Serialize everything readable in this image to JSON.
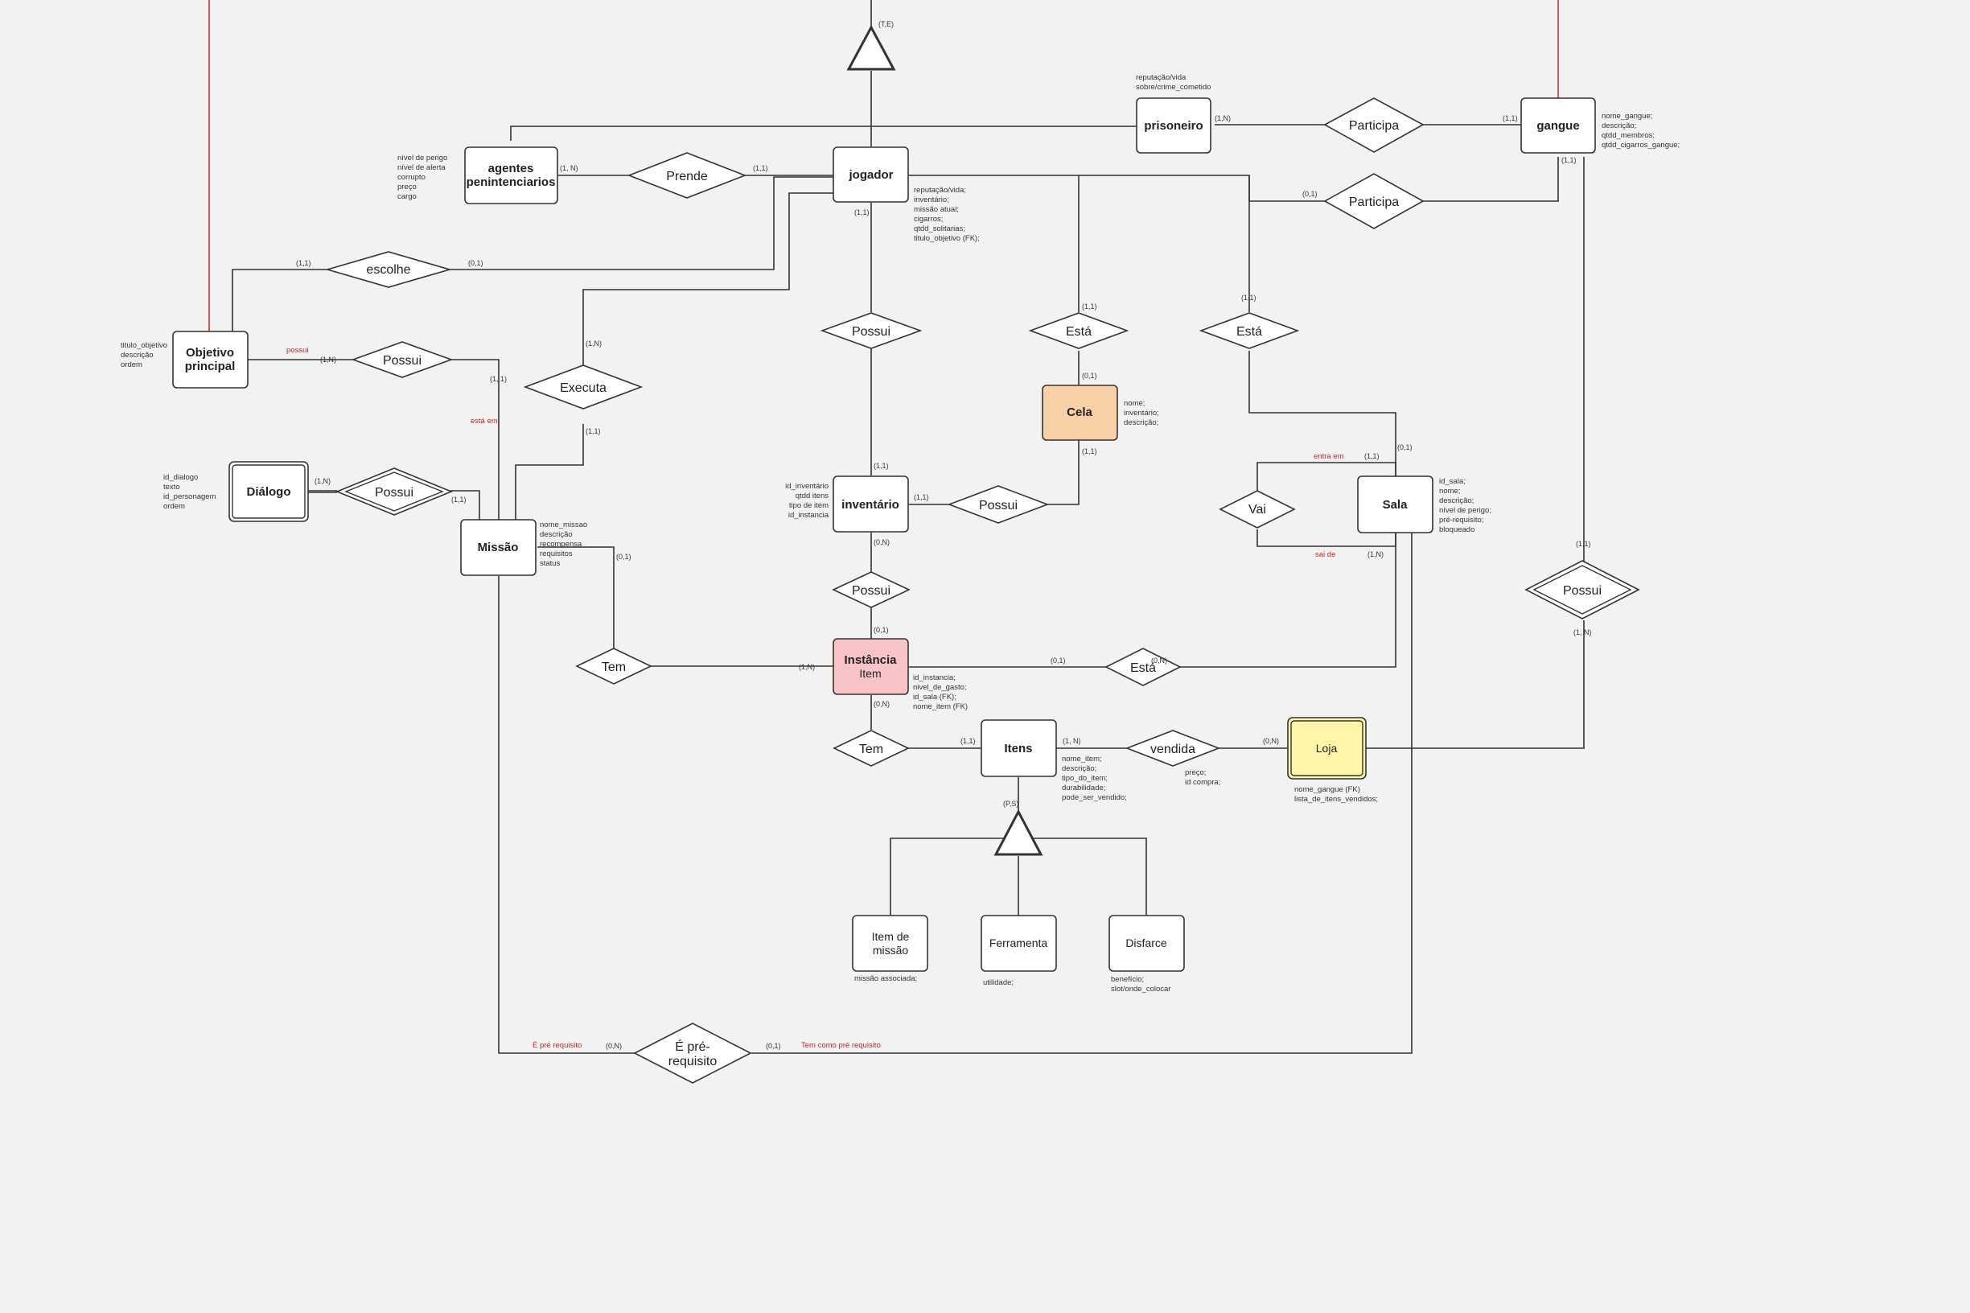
{
  "colors": {
    "background": "#f2f2f2",
    "line": "#333333",
    "red_line": "#d32f2f",
    "cela_fill": "#f8d0a8",
    "instancia_fill": "#f8c4c8",
    "loja_fill": "#fff5a8",
    "entity_fill": "#ffffff"
  },
  "diagram": {
    "entities": {
      "jogador": "jogador",
      "prisoneiro": "prisoneiro",
      "gangue": "gangue",
      "agentes": [
        "agentes",
        "penintenciarios"
      ],
      "objetivo": [
        "Objetivo",
        "principal"
      ],
      "dialogo": "Diálogo",
      "missao": "Missão",
      "cela": "Cela",
      "inventario": "inventário",
      "sala": "Sala",
      "instancia": [
        "Instância",
        "Item"
      ],
      "itens": "Itens",
      "loja": "Loja",
      "item_missao": [
        "Item de",
        "missão"
      ],
      "ferramenta": "Ferramenta",
      "disfarce": "Disfarce"
    },
    "relationships": {
      "participa1": "Participa",
      "participa2": "Participa",
      "prende": "Prende",
      "escolhe": "escolhe",
      "possui_obj": "Possui",
      "executa": "Executa",
      "possui_inv": "Possui",
      "esta_cela": "Está",
      "esta_sala": "Está",
      "possui_dialogo": "Possui",
      "possui_cela": "Possui",
      "vai": "Vai",
      "possui_loja": "Possui",
      "possui_inst": "Possui",
      "tem_missao": "Tem",
      "esta_inst": "Está",
      "tem_itens": "Tem",
      "vendida": "vendida",
      "pre_requisito": [
        "É pré-",
        "requisito"
      ]
    },
    "specializations": {
      "top": "(T,E)",
      "itens": "(P,S)"
    },
    "attributes": {
      "prisoneiro": [
        "reputação/vida",
        "sobre/crime_cometido"
      ],
      "gangue": [
        "nome_gangue;",
        "descrição;",
        "qtdd_membros;",
        "qtdd_cigarros_gangue;"
      ],
      "agentes": [
        "nível de perigo",
        "nível de alerta",
        "corrupto",
        "preço",
        "cargo"
      ],
      "jogador": [
        "reputação/vida;",
        "inventário;",
        "missão atual;",
        "cigarros;",
        "qtdd_solitarias;",
        "titulo_objetivo (FK);"
      ],
      "objetivo": [
        "titulo_objetivo",
        "descrição",
        "ordem"
      ],
      "dialogo": [
        "id_dialogo",
        "texto",
        "id_personagem",
        "ordem"
      ],
      "missao": [
        "nome_missao",
        "descrição",
        "recompensa",
        "requisitos",
        "status"
      ],
      "cela": [
        "nome;",
        "inventário;",
        "descrição;"
      ],
      "inventario": [
        "id_inventário",
        "qtdd itens",
        "tipo de item",
        "id_instancia"
      ],
      "sala": [
        "id_sala;",
        "nome;",
        "descrição;",
        "nível de perigo;",
        "pré-requisito;",
        "bloqueado"
      ],
      "instancia": [
        "id_instancia;",
        "nivel_de_gasto;",
        "id_sala (FK);",
        "nome_item (FK)"
      ],
      "itens": [
        "nome_item;",
        "descrição;",
        "tipo_do_item;",
        "durabilidade;",
        "pode_ser_vendido;"
      ],
      "vendida": [
        "preço;",
        "id compra;"
      ],
      "loja": [
        "nome_gangue (FK)",
        "lista_de_itens_vendidos;"
      ],
      "item_missao": [
        "missão associada;"
      ],
      "ferramenta": [
        "utilidade;"
      ],
      "disfarce": [
        "benefício;",
        "slot/onde_colocar"
      ]
    },
    "cardinalities": {
      "prisoneiro_participa": "(1,N)",
      "gangue_participa": "(1,1)",
      "jogador_participa2": "(0,1)",
      "gangue_participa2": "(1,1)",
      "agentes_prende": "(1, N)",
      "jogador_prende": "(1,1)",
      "jogador_bottom": "(1,1)",
      "objetivo_escolhe": "(1,1)",
      "jogador_escolhe": "(0,1)",
      "jogador_executa": "(1,N)",
      "missao_executa": "(1,1)",
      "objetivo_possui": "(1,N)",
      "missao_possui": "(1, 1)",
      "cela_esta": "(1,1)",
      "cela_top": "(0,1)",
      "sala_esta_top": "(1,1)",
      "sala_esta": "(0,1)",
      "inventario_possui": "(1,1)",
      "cela_possui": "(1,1)",
      "inv_possui_cela": "(1,1)",
      "dialogo_possui": "(1,N)",
      "missao_possui_dialogo": "(1,1)",
      "sala_vai_top": "(1,1)",
      "sala_vai_bottom": "(1,N)",
      "gangue_possui_loja": "(1,1)",
      "loja_possui": "(1, N)",
      "inventario_possui_inst": "(0,N)",
      "instancia_possui": "(0,1)",
      "missao_tem": "(0,1)",
      "instancia_tem": "(1,N)",
      "instancia_esta": "(0,1)",
      "sala_esta_inst": "(0,N)",
      "instancia_tem_itens": "(0,N)",
      "itens_tem": "(1,1)",
      "itens_vendida": "(1, N)",
      "loja_vendida": "(0,N)",
      "prereq_left": "(0,N)",
      "prereq_right": "(0,1)"
    },
    "notes": {
      "possui": "possui",
      "esta_em": "está em",
      "entra_em": "entra em",
      "sai_de": "sai de",
      "e_pre_requisito": "É pré requisito",
      "tem_como_pre_requisito": "Tem como pré requisito"
    }
  }
}
